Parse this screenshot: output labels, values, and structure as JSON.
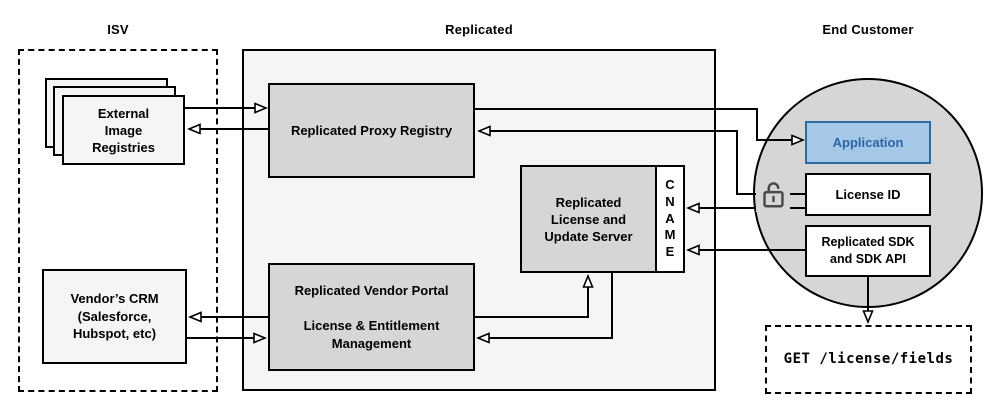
{
  "sections": {
    "isv": {
      "label": "ISV"
    },
    "replicated": {
      "label": "Replicated"
    },
    "end_customer": {
      "label": "End Customer"
    }
  },
  "nodes": {
    "external_registries": {
      "lines": [
        "External",
        "Image",
        "Registries"
      ]
    },
    "vendors_crm": {
      "lines": [
        "Vendor’s CRM",
        "(Salesforce,",
        "Hubspot, etc)"
      ]
    },
    "proxy_registry": {
      "label": "Replicated Proxy Registry"
    },
    "license_server": {
      "lines": [
        "Replicated",
        "License and",
        "Update Server"
      ]
    },
    "cname": {
      "letters": [
        "C",
        "N",
        "A",
        "M",
        "E"
      ]
    },
    "vendor_portal": {
      "lines": [
        "Replicated Vendor Portal",
        " ",
        "License & Entitlement",
        "Management"
      ]
    },
    "application": {
      "label": "Application"
    },
    "license_id": {
      "label": "License ID"
    },
    "replicated_sdk": {
      "lines": [
        "Replicated SDK",
        "and SDK API"
      ]
    },
    "get_endpoint": {
      "label": "GET /license/fields"
    }
  },
  "icons": {
    "lock": "open-padlock-icon"
  },
  "colors": {
    "stroke": "#000000",
    "container_fill": "#f5f5f5",
    "node_fill": "#d6d6d6",
    "circle_fill": "#d6d6d6",
    "application_fill": "#a6c8e8",
    "application_border": "#2d6ca3",
    "application_text": "#2a66a3",
    "lock_stroke": "#4a4a4a"
  }
}
